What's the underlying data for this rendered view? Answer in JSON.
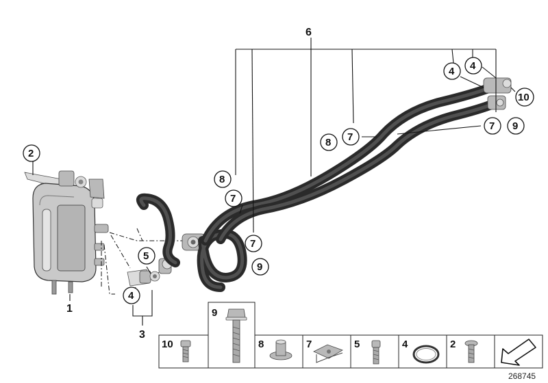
{
  "diagram": {
    "reference_number": "268745",
    "labels": {
      "p1": "1",
      "p2": "2",
      "p3": "3",
      "p4": "4",
      "p5": "5",
      "p6": "6",
      "p7": "7",
      "p8": "8",
      "p9": "9",
      "p10": "10"
    },
    "parts_strip": [
      "10",
      "9",
      "8",
      "7",
      "5",
      "4",
      "2"
    ]
  }
}
